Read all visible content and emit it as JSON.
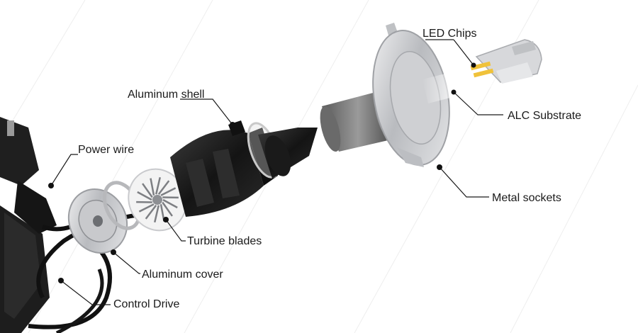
{
  "diagram": {
    "callouts": [
      {
        "id": "led-chips",
        "text": "LED Chips"
      },
      {
        "id": "alc-substrate",
        "text": "ALC Substrate"
      },
      {
        "id": "metal-sockets",
        "text": "Metal sockets"
      },
      {
        "id": "aluminum-shell",
        "text": "Aluminum shell"
      },
      {
        "id": "power-wire",
        "text": "Power wire"
      },
      {
        "id": "turbine-blades",
        "text": "Turbine blades"
      },
      {
        "id": "aluminum-cover",
        "text": "Aluminum cover"
      },
      {
        "id": "control-drive",
        "text": "Control Drive"
      }
    ]
  },
  "colors": {
    "leader_line": "#1a1a1a",
    "shell_dark": "#1c1c1c",
    "metal_light": "#d9dadc",
    "chip_yellow": "#f0c23a"
  }
}
